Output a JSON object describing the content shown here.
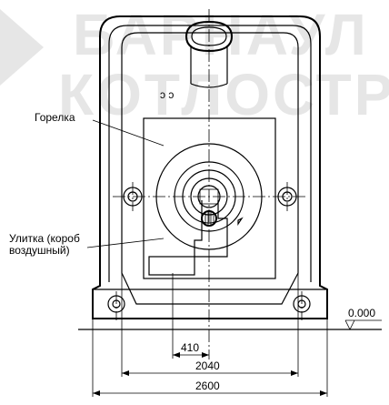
{
  "watermark": {
    "line1": "БАРНАУЛ",
    "line2": "КОТЛОСТРОЙ"
  },
  "labels": {
    "burner": "Горелка",
    "volute_line1": "Улитка (короб",
    "volute_line2": "воздушный)",
    "small_mark": "ɔ ɔ"
  },
  "dimensions": {
    "d410": "410",
    "d2040": "2040",
    "d2600": "2600",
    "level": "0.000"
  }
}
